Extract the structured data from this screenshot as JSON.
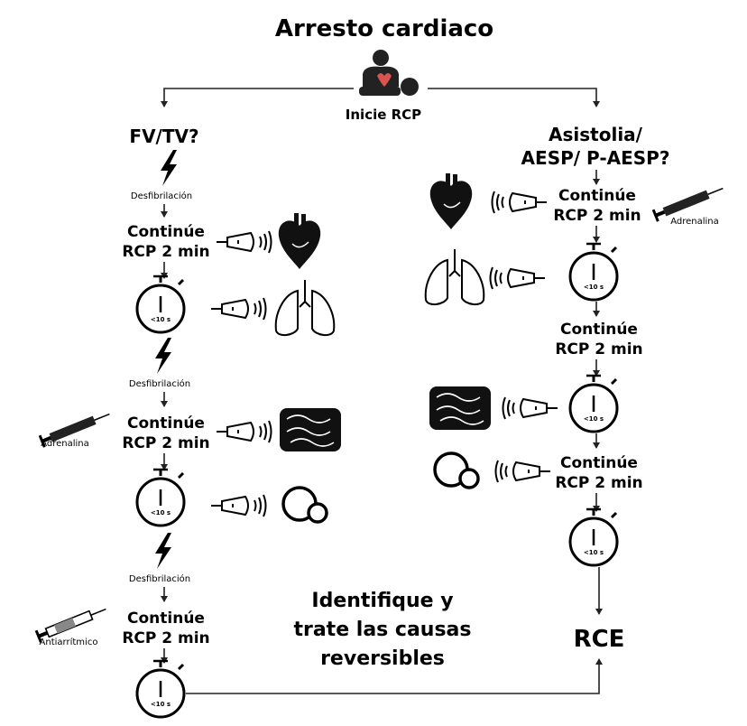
{
  "title": "Arresto cardiaco",
  "start_label": "Inicie RCP",
  "left": {
    "heading": "FV/TV?",
    "defib_label": "Desfibrilación",
    "continue_line1": "Continúe",
    "continue_line2": "RCP 2 min",
    "timer_label": "<10 s",
    "adrenaline_label": "Adrenalina",
    "antiarrhythmic_label": "Antiarrítmico"
  },
  "right": {
    "heading_line1": "Asistolia/",
    "heading_line2": "AESP/ P-AESP?",
    "continue_line1": "Continúe",
    "continue_line2": "RCP 2 min",
    "timer_label": "<10 s",
    "adrenaline_label": "Adrenalina"
  },
  "center": {
    "line1": "Identifique y",
    "line2": "trate las causas",
    "line3": "reversibles"
  },
  "outcome": "RCE",
  "icons": [
    "cpr-person-icon",
    "lightning-icon",
    "stopwatch-icon",
    "ultrasound-probe-icon",
    "heart-icon",
    "lungs-icon",
    "bowel-icon",
    "bubbles-icon",
    "syringe-icon"
  ]
}
